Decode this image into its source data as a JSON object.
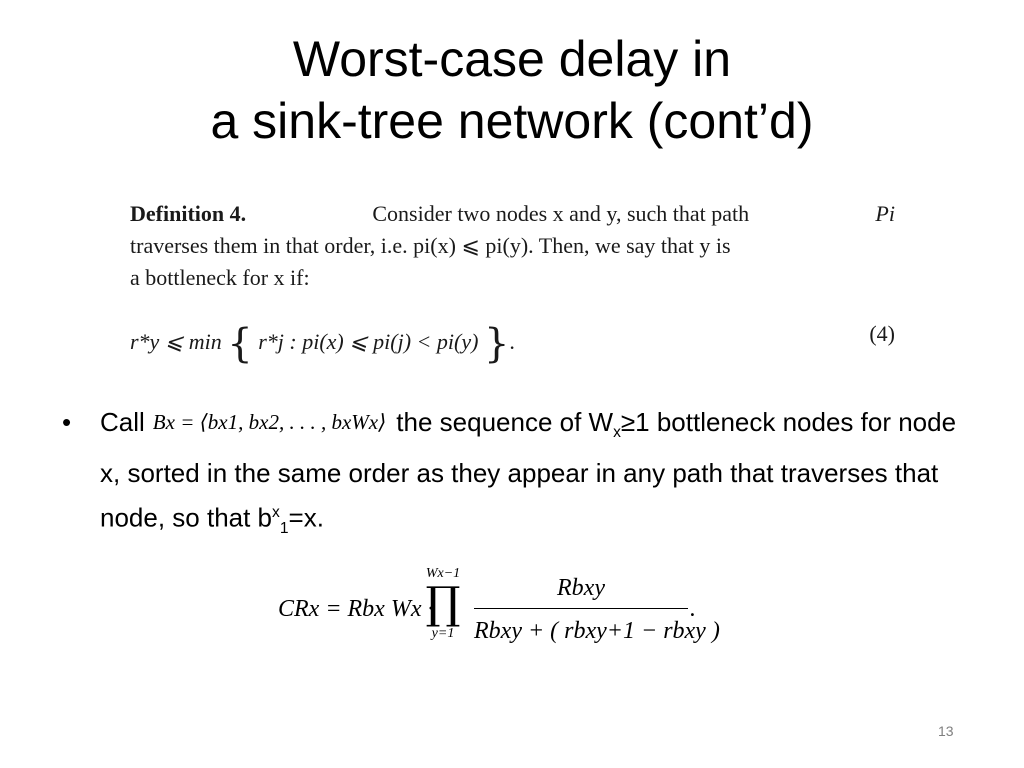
{
  "title": {
    "line1": "Worst-case delay in",
    "line2": "a sink-tree network (cont’d)"
  },
  "definition": {
    "label": "Definition 4.",
    "line1_rest": "Consider two nodes x and y, such that path",
    "path_symbol": "Pi",
    "line2": "traverses them in that order, i.e. pi(x) ⩽ pi(y). Then, we say that y is",
    "line3": "a bottleneck for x if:"
  },
  "equation4": {
    "lhs": "r*y ⩽ min",
    "inner": "r*j : pi(x) ⩽ pi(j) < pi(y)",
    "end": ".",
    "number": "(4)"
  },
  "bullet": {
    "marker": "•",
    "call": "Call",
    "math": "Bx = ⟨bx1, bx2, . . . , bxWx⟩",
    "text_a": "the sequence of W",
    "text_a_sub": "x",
    "text_b": "≥1 bottleneck nodes for node x, sorted in the same order as they appear in any path that traverses that node, so that b",
    "text_sup": "x",
    "text_sub": "1",
    "text_end": "=x."
  },
  "formula": {
    "lhs": "CRx = Rbx Wx ·",
    "prod_upper": "Wx−1",
    "prod_symbol": "∏",
    "prod_lower": "y=1",
    "numerator": "Rbxy",
    "denominator": "Rbxy + ( rbxy+1 − rbxy )",
    "end": "."
  },
  "page_number": "13"
}
